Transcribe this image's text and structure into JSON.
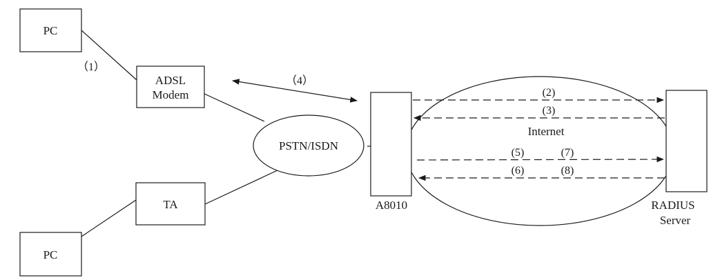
{
  "nodes": {
    "pc_top": "PC",
    "pc_bottom": "PC",
    "adsl_line1": "ADSL",
    "adsl_line2": "Modem",
    "ta": "TA",
    "pstn": "PSTN/ISDN",
    "a8010": "A8010",
    "internet": "Internet",
    "radius_line1": "RADIUS",
    "radius_line2": "Server"
  },
  "steps": {
    "s1": "（1）",
    "s2": "(2)",
    "s3": "(3)",
    "s4": "（4）",
    "s5": "(5)",
    "s6": "(6)",
    "s7": "(7)",
    "s8": "(8)"
  },
  "colors": {
    "stroke": "#1a1a1a",
    "background": "#ffffff"
  }
}
